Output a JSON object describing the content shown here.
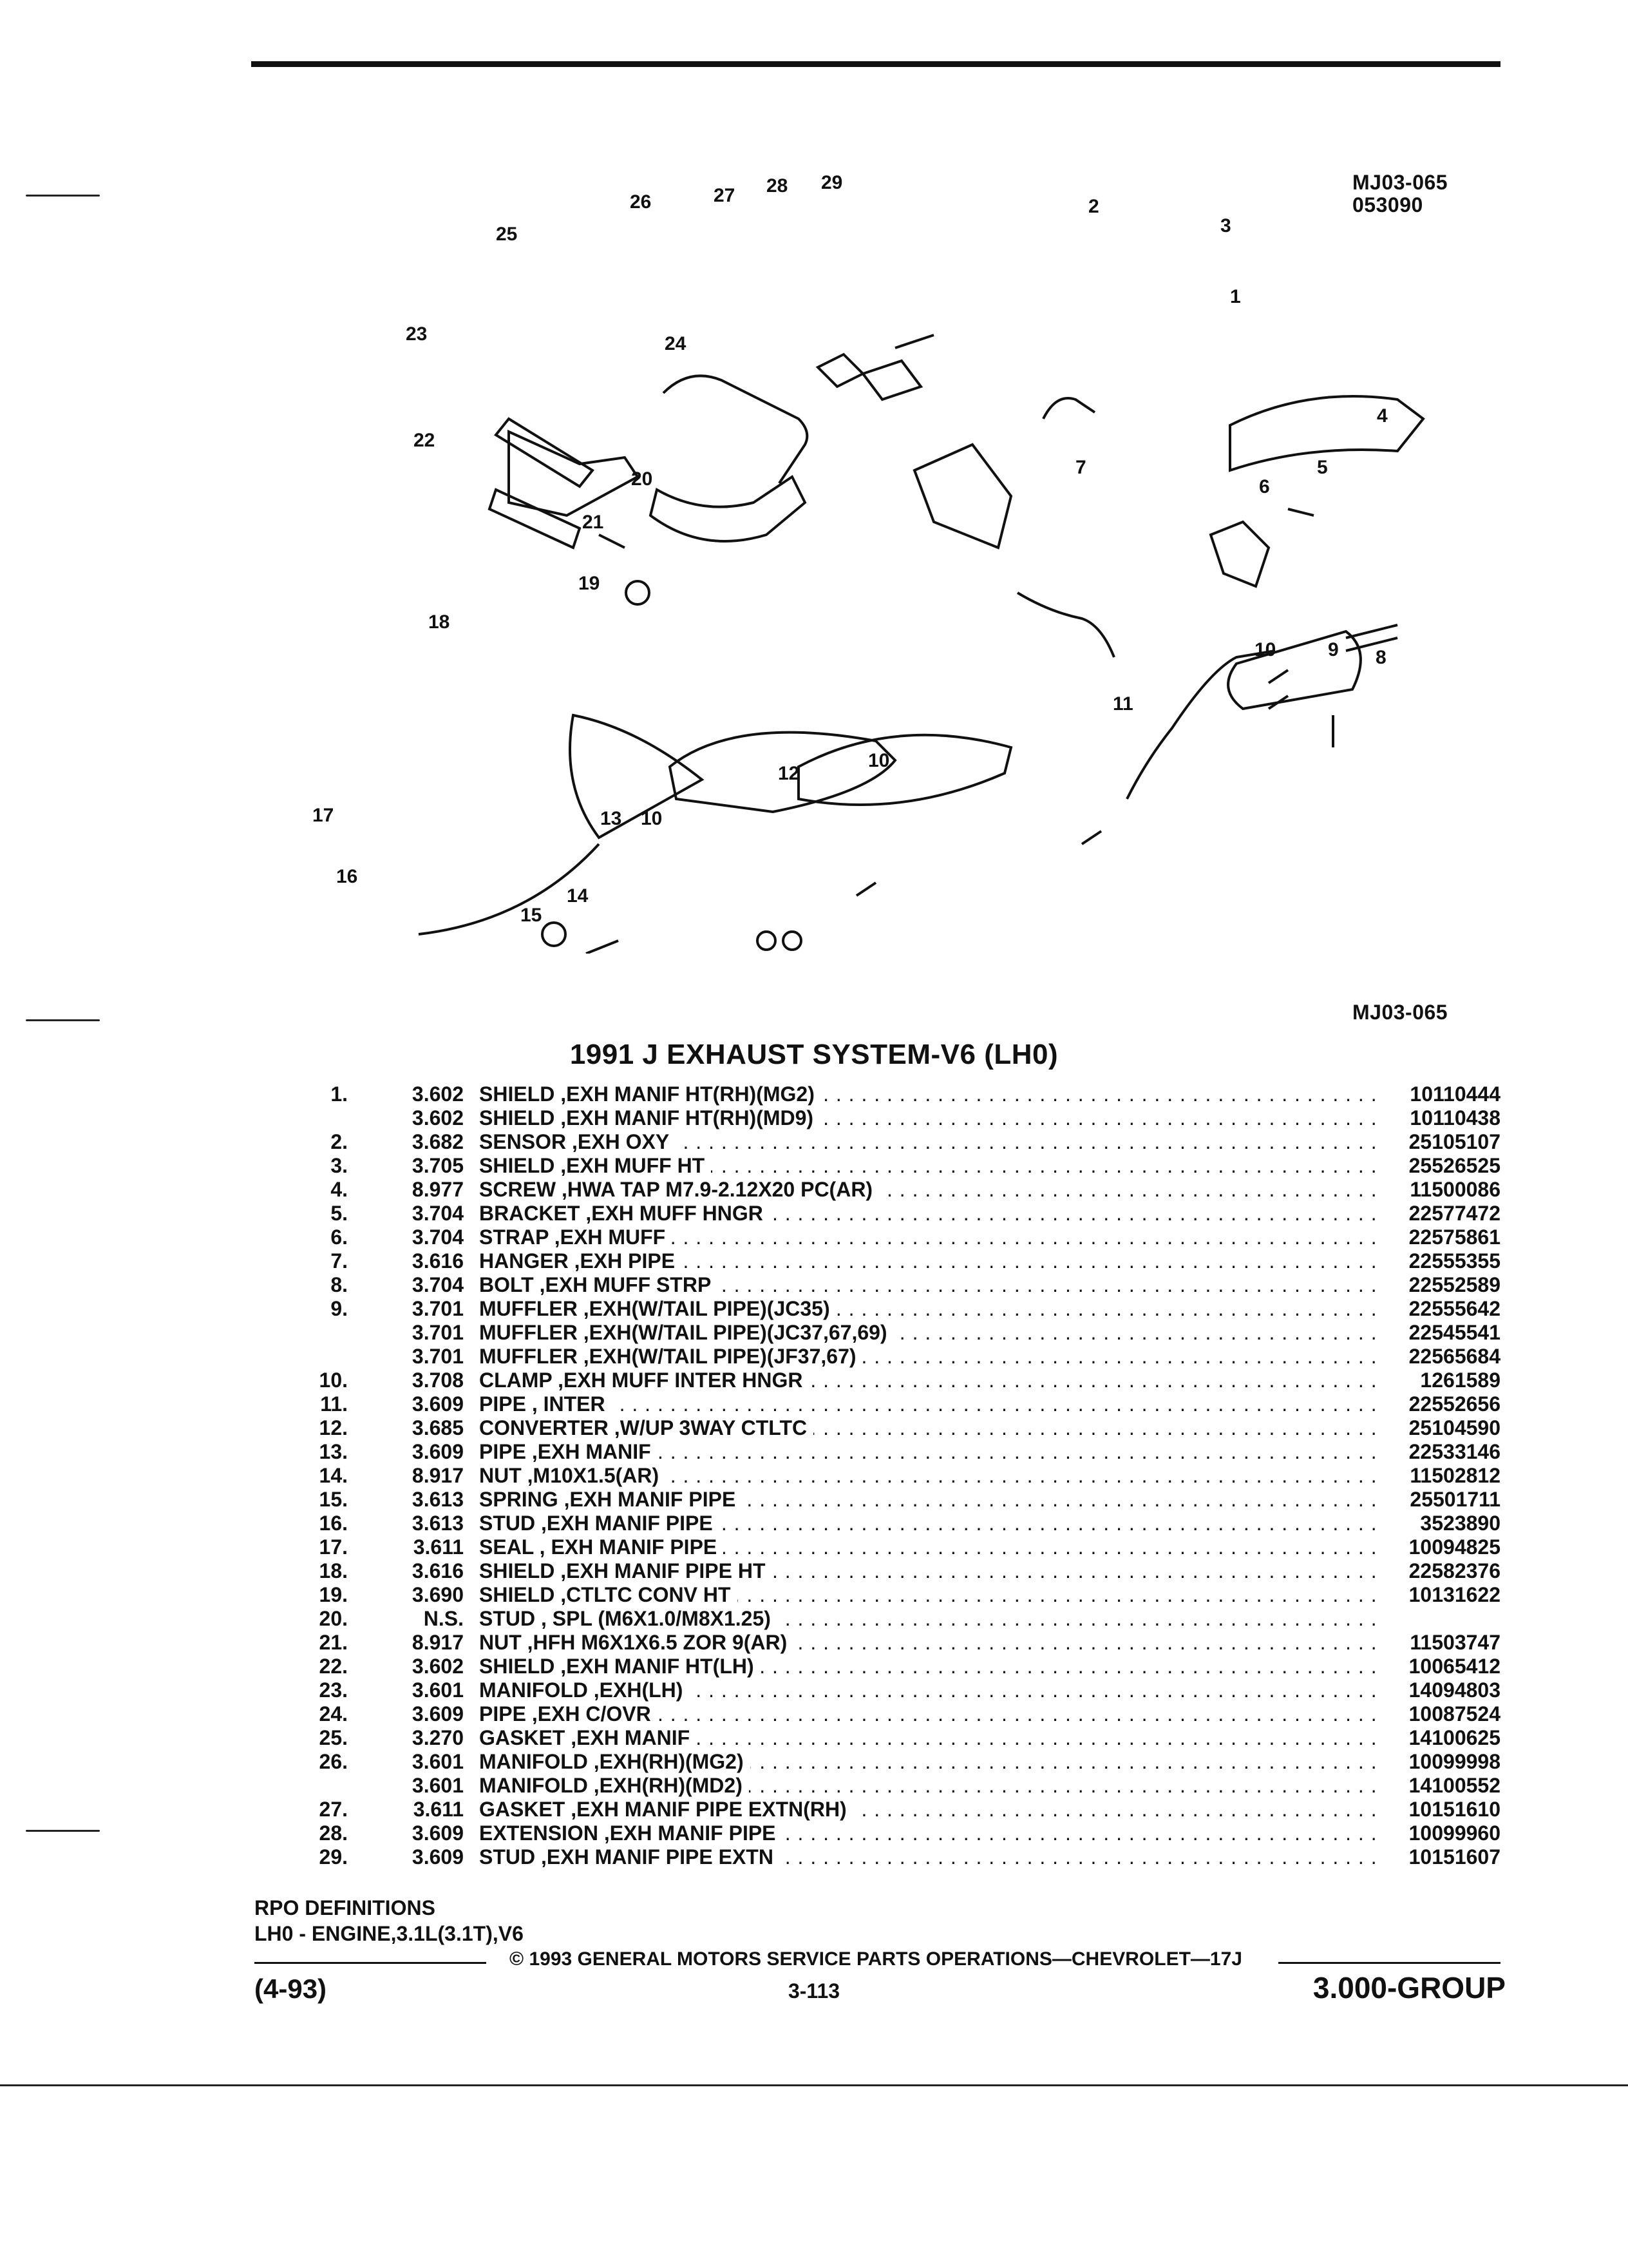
{
  "diagram": {
    "ref_top": "MJ03-065",
    "date_code": "053090",
    "ref_bottom": "MJ03-065",
    "callouts": [
      "1",
      "2",
      "3",
      "4",
      "5",
      "6",
      "7",
      "8",
      "9",
      "10",
      "10",
      "10",
      "11",
      "12",
      "13",
      "14",
      "15",
      "16",
      "17",
      "18",
      "19",
      "20",
      "21",
      "22",
      "23",
      "24",
      "25",
      "26",
      "27",
      "28",
      "29"
    ]
  },
  "title": "1991 J EXHAUST SYSTEM-V6 (LH0)",
  "parts": [
    {
      "num": "1.",
      "group": "3.602",
      "desc": "SHIELD ,EXH MANIF HT(RH)(MG2)",
      "pn": "10110444"
    },
    {
      "num": "",
      "group": "3.602",
      "desc": "SHIELD ,EXH MANIF HT(RH)(MD9)",
      "pn": "10110438"
    },
    {
      "num": "2.",
      "group": "3.682",
      "desc": "SENSOR ,EXH OXY",
      "pn": "25105107"
    },
    {
      "num": "3.",
      "group": "3.705",
      "desc": "SHIELD ,EXH MUFF HT",
      "pn": "25526525"
    },
    {
      "num": "4.",
      "group": "8.977",
      "desc": "SCREW ,HWA TAP M7.9-2.12X20 PC(AR)",
      "pn": "11500086"
    },
    {
      "num": "5.",
      "group": "3.704",
      "desc": "BRACKET ,EXH MUFF HNGR",
      "pn": "22577472"
    },
    {
      "num": "6.",
      "group": "3.704",
      "desc": "STRAP ,EXH MUFF",
      "pn": "22575861"
    },
    {
      "num": "7.",
      "group": "3.616",
      "desc": "HANGER ,EXH PIPE",
      "pn": "22555355"
    },
    {
      "num": "8.",
      "group": "3.704",
      "desc": "BOLT ,EXH MUFF STRP",
      "pn": "22552589"
    },
    {
      "num": "9.",
      "group": "3.701",
      "desc": "MUFFLER ,EXH(W/TAIL PIPE)(JC35)",
      "pn": "22555642"
    },
    {
      "num": "",
      "group": "3.701",
      "desc": "MUFFLER ,EXH(W/TAIL PIPE)(JC37,67,69)",
      "pn": "22545541"
    },
    {
      "num": "",
      "group": "3.701",
      "desc": "MUFFLER ,EXH(W/TAIL PIPE)(JF37,67)",
      "pn": "22565684"
    },
    {
      "num": "10.",
      "group": "3.708",
      "desc": "CLAMP ,EXH MUFF INTER HNGR",
      "pn": "1261589"
    },
    {
      "num": "11.",
      "group": "3.609",
      "desc": "PIPE , INTER",
      "pn": "22552656"
    },
    {
      "num": "12.",
      "group": "3.685",
      "desc": "CONVERTER ,W/UP 3WAY CTLTC",
      "pn": "25104590"
    },
    {
      "num": "13.",
      "group": "3.609",
      "desc": "PIPE ,EXH MANIF",
      "pn": "22533146"
    },
    {
      "num": "14.",
      "group": "8.917",
      "desc": "NUT ,M10X1.5(AR)",
      "pn": "11502812"
    },
    {
      "num": "15.",
      "group": "3.613",
      "desc": "SPRING ,EXH MANIF PIPE",
      "pn": "25501711"
    },
    {
      "num": "16.",
      "group": "3.613",
      "desc": "STUD ,EXH MANIF PIPE",
      "pn": "3523890"
    },
    {
      "num": "17.",
      "group": "3.611",
      "desc": "SEAL , EXH MANIF PIPE",
      "pn": "10094825"
    },
    {
      "num": "18.",
      "group": "3.616",
      "desc": "SHIELD ,EXH MANIF PIPE HT",
      "pn": "22582376"
    },
    {
      "num": "19.",
      "group": "3.690",
      "desc": "SHIELD ,CTLTC CONV HT",
      "pn": "10131622"
    },
    {
      "num": "20.",
      "group": "N.S.",
      "desc": "STUD , SPL (M6X1.0/M8X1.25)",
      "pn": ""
    },
    {
      "num": "21.",
      "group": "8.917",
      "desc": "NUT ,HFH M6X1X6.5 ZOR 9(AR)",
      "pn": "11503747"
    },
    {
      "num": "22.",
      "group": "3.602",
      "desc": "SHIELD ,EXH MANIF HT(LH)",
      "pn": "10065412"
    },
    {
      "num": "23.",
      "group": "3.601",
      "desc": "MANIFOLD ,EXH(LH)",
      "pn": "14094803"
    },
    {
      "num": "24.",
      "group": "3.609",
      "desc": "PIPE ,EXH C/OVR",
      "pn": "10087524"
    },
    {
      "num": "25.",
      "group": "3.270",
      "desc": "GASKET ,EXH MANIF",
      "pn": "14100625"
    },
    {
      "num": "26.",
      "group": "3.601",
      "desc": "MANIFOLD ,EXH(RH)(MG2)",
      "pn": "10099998"
    },
    {
      "num": "",
      "group": "3.601",
      "desc": "MANIFOLD ,EXH(RH)(MD2)",
      "pn": "14100552"
    },
    {
      "num": "27.",
      "group": "3.611",
      "desc": "GASKET ,EXH MANIF PIPE EXTN(RH)",
      "pn": "10151610"
    },
    {
      "num": "28.",
      "group": "3.609",
      "desc": "EXTENSION ,EXH MANIF PIPE",
      "pn": "10099960"
    },
    {
      "num": "29.",
      "group": "3.609",
      "desc": "STUD ,EXH MANIF PIPE EXTN",
      "pn": "10151607"
    }
  ],
  "rpo": {
    "heading": "RPO DEFINITIONS",
    "line": "LH0 - ENGINE,3.1L(3.1T),V6"
  },
  "footer": {
    "copyright": "© 1993 GENERAL MOTORS SERVICE PARTS OPERATIONS—CHEVROLET—17J",
    "left": "(4-93)",
    "page": "3-113",
    "right": "3.000-GROUP"
  }
}
